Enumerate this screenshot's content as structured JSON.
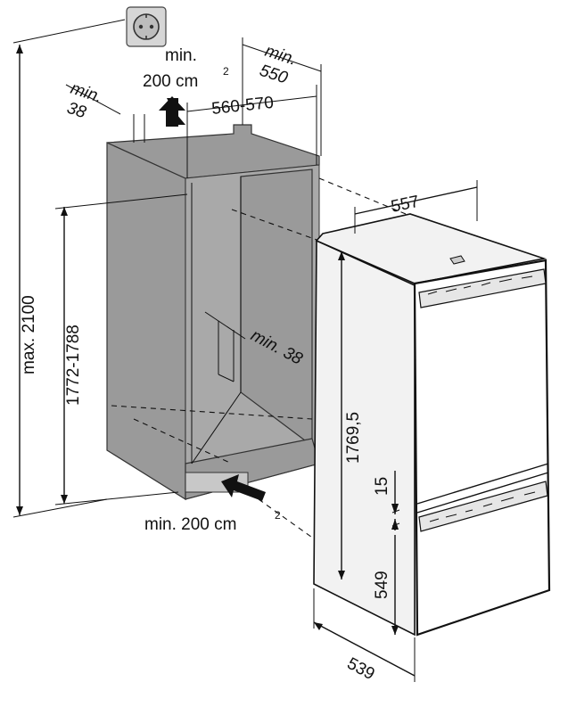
{
  "dimensions": {
    "max_height": "max. 2100",
    "niche_height": "1772-1788",
    "niche_depth_min": "min.",
    "niche_depth_value": "550",
    "top_vent_min": "min.",
    "top_vent_value": "200 cm",
    "top_vent_sup": "2",
    "rear_gap_min": "min.",
    "rear_gap_value": "38",
    "niche_width": "560-570",
    "side_gap": "min. 38",
    "appliance_width": "557",
    "appliance_height": "1769,5",
    "door_gap": "15",
    "lower_door_height": "549",
    "appliance_depth": "539",
    "bottom_vent": "min. 200 cm",
    "bottom_vent_sup": "2"
  },
  "icons": {
    "socket": "power-socket-icon",
    "arrow_up": "air-outlet-arrow-icon",
    "arrow_in": "air-inlet-arrow-icon"
  }
}
